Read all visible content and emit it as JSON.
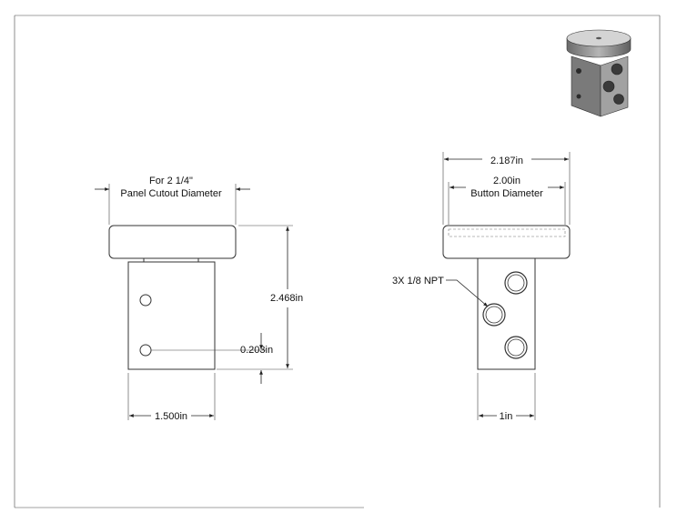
{
  "front_view": {
    "cutout_line1": "For 2 1/4\"",
    "cutout_line2": "Panel Cutout Diameter",
    "height": "2.468in",
    "hole_offset": "0.203in",
    "width": "1.500in"
  },
  "side_view": {
    "overall_width": "2.187in",
    "button_dia_value": "2.00in",
    "button_dia_label": "Button Diameter",
    "ports_callout": "3X 1/8 NPT",
    "body_width": "1in"
  },
  "colors": {
    "line": "#222222",
    "iso_dark": "#5a5a5a",
    "iso_mid": "#8c8c8c",
    "iso_light": "#c8c8c8"
  }
}
